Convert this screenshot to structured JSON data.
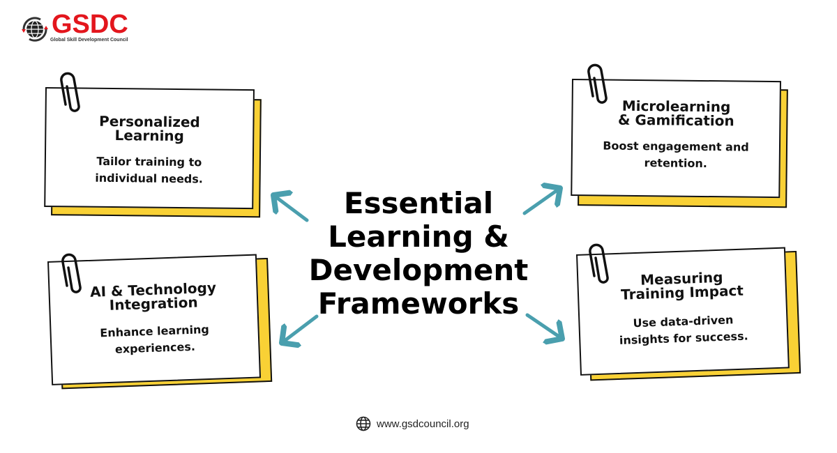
{
  "logo": {
    "name": "GSDC",
    "subtitle": "Global Skill Development Council"
  },
  "title": {
    "lines": [
      "Essential",
      "Learning &",
      "Development",
      "Frameworks"
    ]
  },
  "cards": [
    {
      "title": "Personalized Learning",
      "text": "Tailor training to individual needs."
    },
    {
      "title": "Microlearning & Gamification",
      "text": "Boost engagement and retention."
    },
    {
      "title": "AI & Technology Integration",
      "text": "Enhance learning experiences."
    },
    {
      "title": "Measuring Training Impact",
      "text": "Use data-driven insights for success."
    }
  ],
  "footer": {
    "url": "www.gsdcouncil.org",
    "icon": "globe-icon"
  },
  "colors": {
    "accent": "#e3161d",
    "arrow": "#4a9fae",
    "note": "#f9d135"
  }
}
